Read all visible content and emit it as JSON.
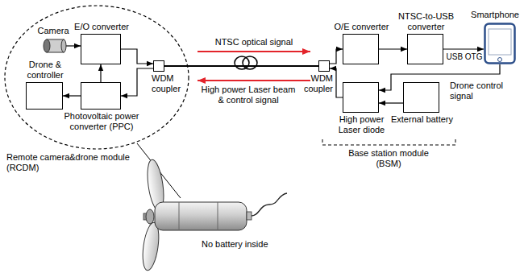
{
  "diagram": {
    "nodes": [
      {
        "text": [
          "Remote camera&drone module (RCDM)"
        ]
      },
      {
        "text": [
          "Camera"
        ],
        "in": 0
      },
      {
        "text": [
          "E/O converter"
        ],
        "in": 0
      },
      {
        "text": [
          "Drone & controller"
        ],
        "in": 0
      },
      {
        "text": [
          "Photovoltaic power converter (PPC)"
        ],
        "in": 0
      },
      {
        "text": [
          "WDM coupler"
        ],
        "in": 0
      },
      {
        "text": [
          "WDM coupler"
        ]
      },
      {
        "text": [
          "O/E converter"
        ]
      },
      {
        "text": [
          "NTSC-to-USB converter"
        ]
      },
      {
        "text": [
          "Smartphone"
        ]
      },
      {
        "text": [
          "High power Laser diode"
        ]
      },
      {
        "text": [
          "External battery"
        ]
      }
    ],
    "edges": [
      {
        "from": 1,
        "to": 2,
        "arrow": "to"
      },
      {
        "from": 2,
        "to": 5,
        "arrow": "to"
      },
      {
        "from": 5,
        "to": 4,
        "arrow": "to"
      },
      {
        "from": 4,
        "to": 2,
        "arrow": "to"
      },
      {
        "from": 4,
        "to": 3,
        "arrow": "to"
      },
      {
        "from": 5,
        "to": 6,
        "arrow": "none"
      },
      {
        "from": 6,
        "to": 7,
        "arrow": "to"
      },
      {
        "from": 7,
        "to": 8,
        "arrow": "to"
      },
      {
        "from": 8,
        "to": 9,
        "arrow": "to"
      },
      {
        "from": 9,
        "to": 10,
        "label": "Drone control signal",
        "arrow": "to"
      },
      {
        "from": 11,
        "to": 10,
        "arrow": "to"
      },
      {
        "from": 10,
        "to": 6,
        "arrow": "to"
      }
    ],
    "labels": [
      "NTSC optical signal",
      "High power Laser beam & control signal",
      "USB OTG",
      "Base station module (BSM)",
      "No battery inside"
    ]
  }
}
